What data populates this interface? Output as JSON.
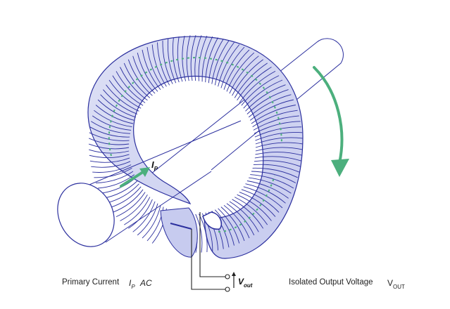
{
  "labels": {
    "ip_arrow_main": "I",
    "ip_arrow_sub": "P",
    "vout_main": "V",
    "vout_sub": "out",
    "primary_current": "Primary Current",
    "primary_symbol_main": "I",
    "primary_symbol_sub": "P",
    "primary_symbol_suffix": "AC",
    "isolated_output": "Isolated Output Voltage",
    "vout_symbol_main": "V",
    "vout_symbol_sub": "OUT"
  },
  "colors": {
    "coil": "#2b2f9e",
    "conductor_outline": "#2b2f9e",
    "accent_arrow": "#4caf7d",
    "wire": "#222222"
  },
  "icons": {
    "rotation_arrow": "curved-arrow-icon",
    "current_arrow": "straight-arrow-icon"
  }
}
